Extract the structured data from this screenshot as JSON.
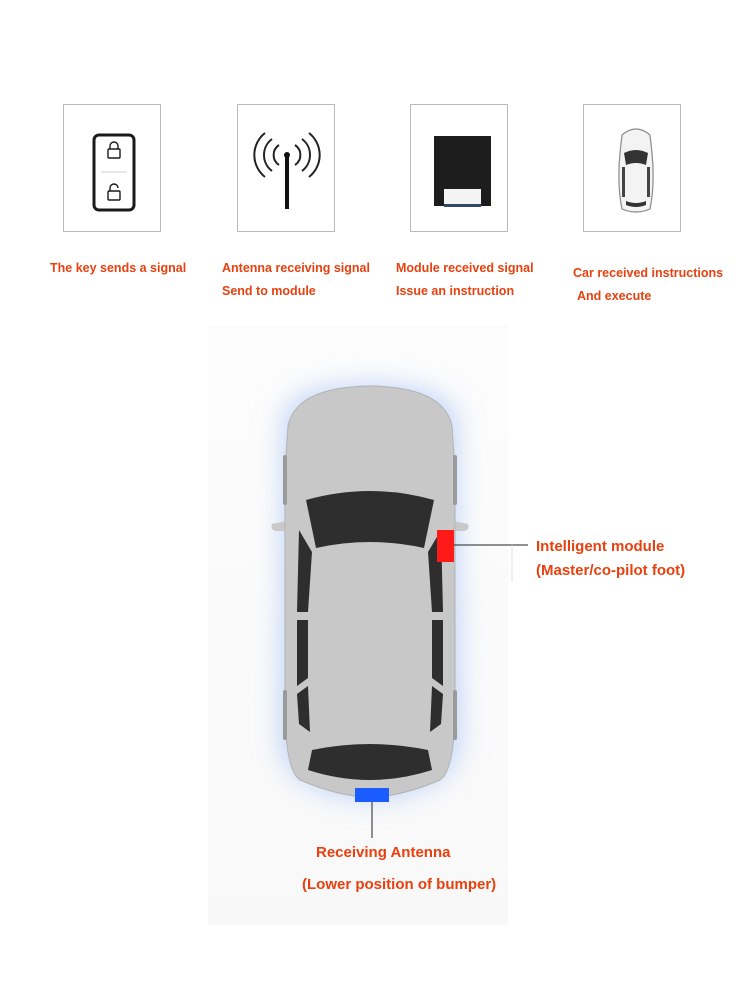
{
  "steps": [
    {
      "icon": "key-fob-icon",
      "lines": [
        "The key sends a signal"
      ]
    },
    {
      "icon": "antenna-icon",
      "lines": [
        "Antenna receiving signal",
        "Send to module"
      ]
    },
    {
      "icon": "module-icon",
      "lines": [
        "Module received signal",
        "Issue an instruction"
      ]
    },
    {
      "icon": "car-icon",
      "lines": [
        "Car received instructions",
        "And execute"
      ]
    }
  ],
  "callouts": {
    "module": {
      "line1": "Intelligent module",
      "line2": "(Master/co-pilot foot)"
    },
    "antenna": {
      "line1": "Receiving Antenna",
      "line2": "(Lower position of bumper)"
    }
  },
  "colors": {
    "caption": "#e8400e",
    "module_marker": "#ff1a1a",
    "antenna_marker": "#1a5cff",
    "car_body": "#c8c8c8",
    "car_glass": "#2e2e2e",
    "glow": "#c9dcfb"
  }
}
